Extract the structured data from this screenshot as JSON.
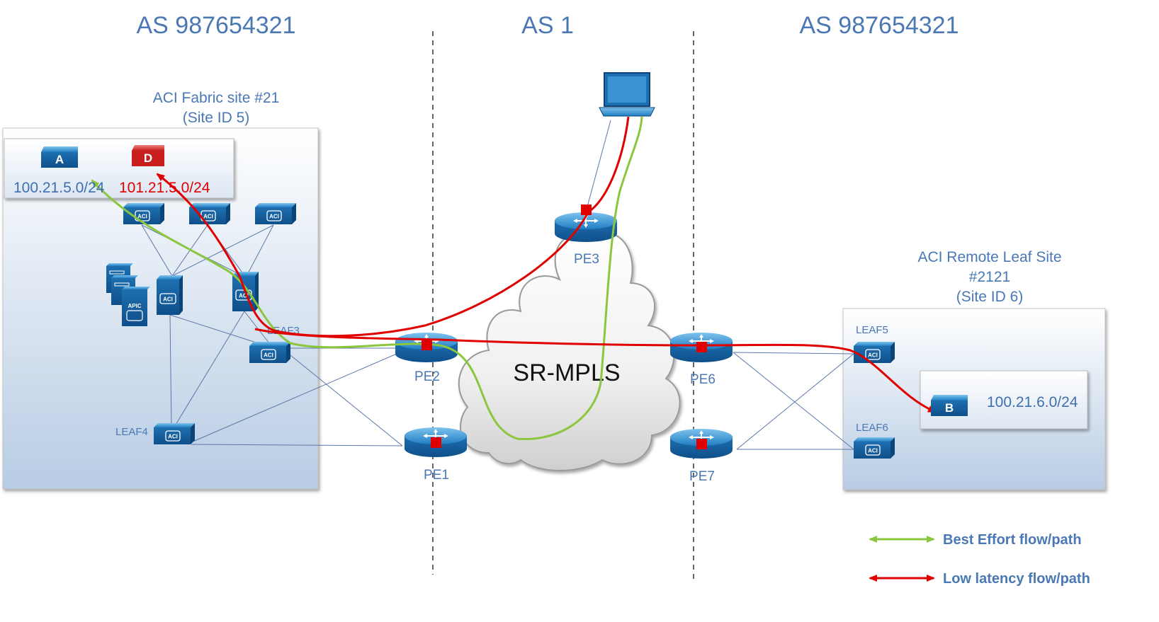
{
  "titles": {
    "as_left": "AS 987654321",
    "as_middle": "AS 1",
    "as_right": "AS 987654321"
  },
  "site_left": {
    "line1": "ACI Fabric site #21",
    "line2": "(Site ID 5)",
    "epg_a": "A",
    "epg_d": "D",
    "prefix_a": "100.21.5.0/24",
    "prefix_d": "101.21.5.0/24",
    "leaf3": "LEAF3",
    "leaf4": "LEAF4",
    "apic_label": "APIC",
    "aci_label": "ACI"
  },
  "site_right": {
    "line1": "ACI Remote Leaf Site",
    "line2": "#2121",
    "line3": "(Site ID 6)",
    "leaf5": "LEAF5",
    "leaf6": "LEAF6",
    "epg_b": "B",
    "prefix_b": "100.21.6.0/24"
  },
  "core": {
    "cloud": "SR-MPLS",
    "pe1": "PE1",
    "pe2": "PE2",
    "pe3": "PE3",
    "pe6": "PE6",
    "pe7": "PE7"
  },
  "legend": {
    "best_effort": "Best Effort flow/path",
    "low_latency": "Low latency flow/path"
  },
  "colors": {
    "best_effort": "#8CC63F",
    "low_latency": "#E00000",
    "title_blue": "#4A78B5",
    "device_blue": "#1E6FB0"
  }
}
